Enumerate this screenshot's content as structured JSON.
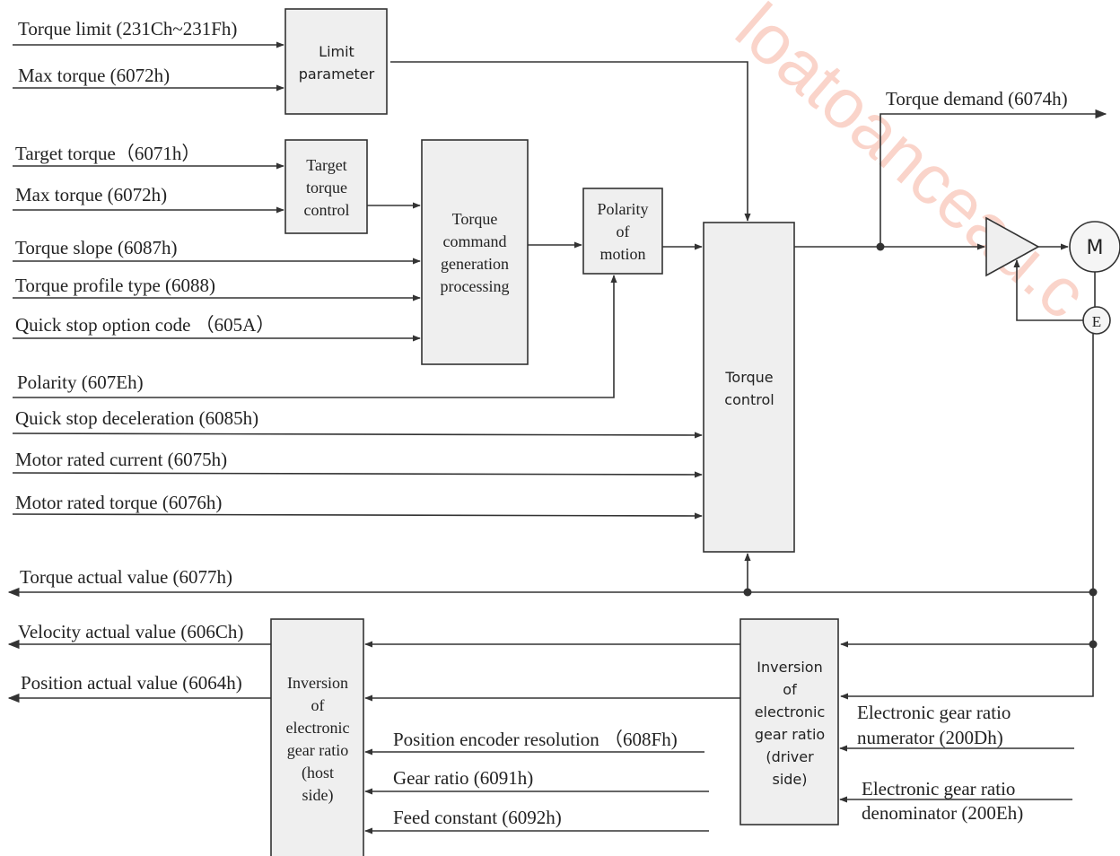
{
  "watermark": "loatoanceau.c",
  "inputs": {
    "torque_limit": "Torque limit (231Ch~231Fh)",
    "max_torque_1": "Max torque (6072h)",
    "target_torque": "Target torque（6071h）",
    "max_torque_2": "Max  torque (6072h)",
    "torque_slope": "Torque slope (6087h)",
    "torque_profile_type": "Torque profile type (6088)",
    "quick_stop_option": "Quick stop option code （605A）",
    "polarity": "Polarity (607Eh)",
    "quick_stop_decel": "Quick stop deceleration (6085h)",
    "motor_rated_current": "Motor rated current (6075h)",
    "motor_rated_torque": "Motor rated torque (6076h)",
    "pos_encoder_resolution": "Position encoder resolution （608Fh)",
    "gear_ratio": "Gear ratio (6091h)",
    "feed_constant": "Feed constant (6092h)",
    "egr_numerator": [
      "Electronic gear ratio",
      "numerator (200Dh)"
    ],
    "egr_denominator": [
      "Electronic gear ratio",
      "denominator (200Eh)"
    ]
  },
  "outputs": {
    "torque_demand": "Torque demand (6074h)",
    "torque_actual": "Torque actual value (6077h)",
    "velocity_actual": "Velocity actual value (606Ch)",
    "position_actual": "Position actual value (6064h)"
  },
  "blocks": {
    "limit_parameter": [
      "Limit",
      "parameter"
    ],
    "target_torque_control": [
      "Target",
      "torque",
      "control"
    ],
    "torque_command": [
      "Torque",
      "command",
      "generation",
      "processing"
    ],
    "polarity_of_motion": [
      "Polarity",
      "of",
      "motion"
    ],
    "torque_control": [
      "Torque",
      "control"
    ],
    "inversion_host": [
      "Inversion",
      "of",
      "electronic",
      "gear ratio",
      "(host",
      "side)"
    ],
    "inversion_driver": [
      "Inversion",
      "of",
      "electronic",
      "gear ratio",
      "(driver",
      "side)"
    ],
    "motor": "M",
    "encoder": "E"
  }
}
